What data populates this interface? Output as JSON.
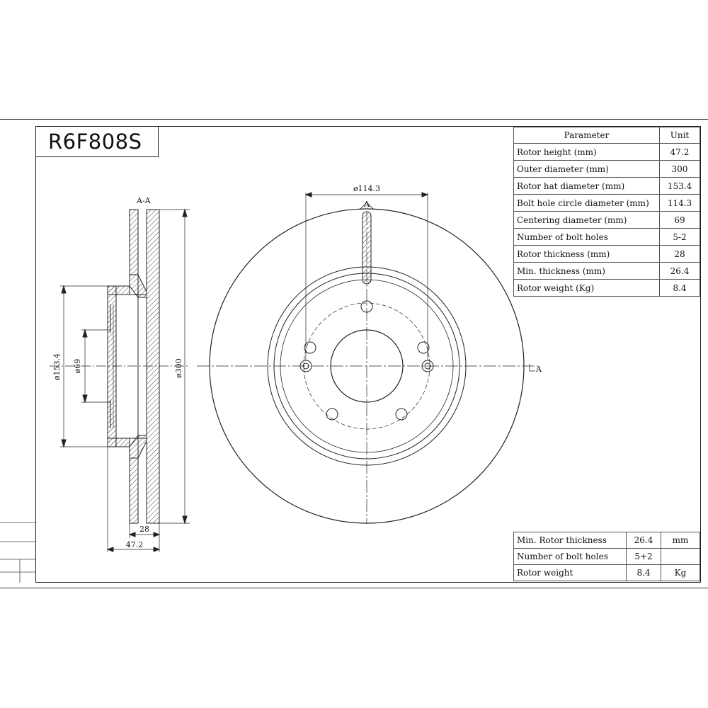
{
  "title": "R6F808S",
  "parameters": {
    "header": {
      "parameter": "Parameter",
      "unit": "Unit"
    },
    "rows": [
      {
        "label": "Rotor height (mm)",
        "value": "47.2"
      },
      {
        "label": "Outer diameter (mm)",
        "value": "300"
      },
      {
        "label": "Rotor hat diameter (mm)",
        "value": "153.4"
      },
      {
        "label": "Bolt hole circle diameter (mm)",
        "value": "114.3"
      },
      {
        "label": "Centering diameter (mm)",
        "value": "69"
      },
      {
        "label": "Number of bolt holes",
        "value": "5-2"
      },
      {
        "label": "Rotor thickness (mm)",
        "value": "28"
      },
      {
        "label": "Min. thickness (mm)",
        "value": "26.4"
      },
      {
        "label": "Rotor weight (Kg)",
        "value": "8.4"
      }
    ]
  },
  "summary": {
    "rows": [
      {
        "label": "Min. Rotor thickness",
        "value": "26.4",
        "unit": "mm"
      },
      {
        "label": "Number of bolt holes",
        "value": "5+2",
        "unit": ""
      },
      {
        "label": "Rotor weight",
        "value": "8.4",
        "unit": "Kg"
      }
    ]
  },
  "drawing": {
    "section_label": "A-A",
    "section_marker": "A",
    "dim_bolt_circle": "ø114.3",
    "dim_hat_diameter": "ø153.4",
    "dim_centering": "ø69",
    "dim_outer": "ø300",
    "dim_thickness": "28",
    "dim_height": "47.2"
  }
}
